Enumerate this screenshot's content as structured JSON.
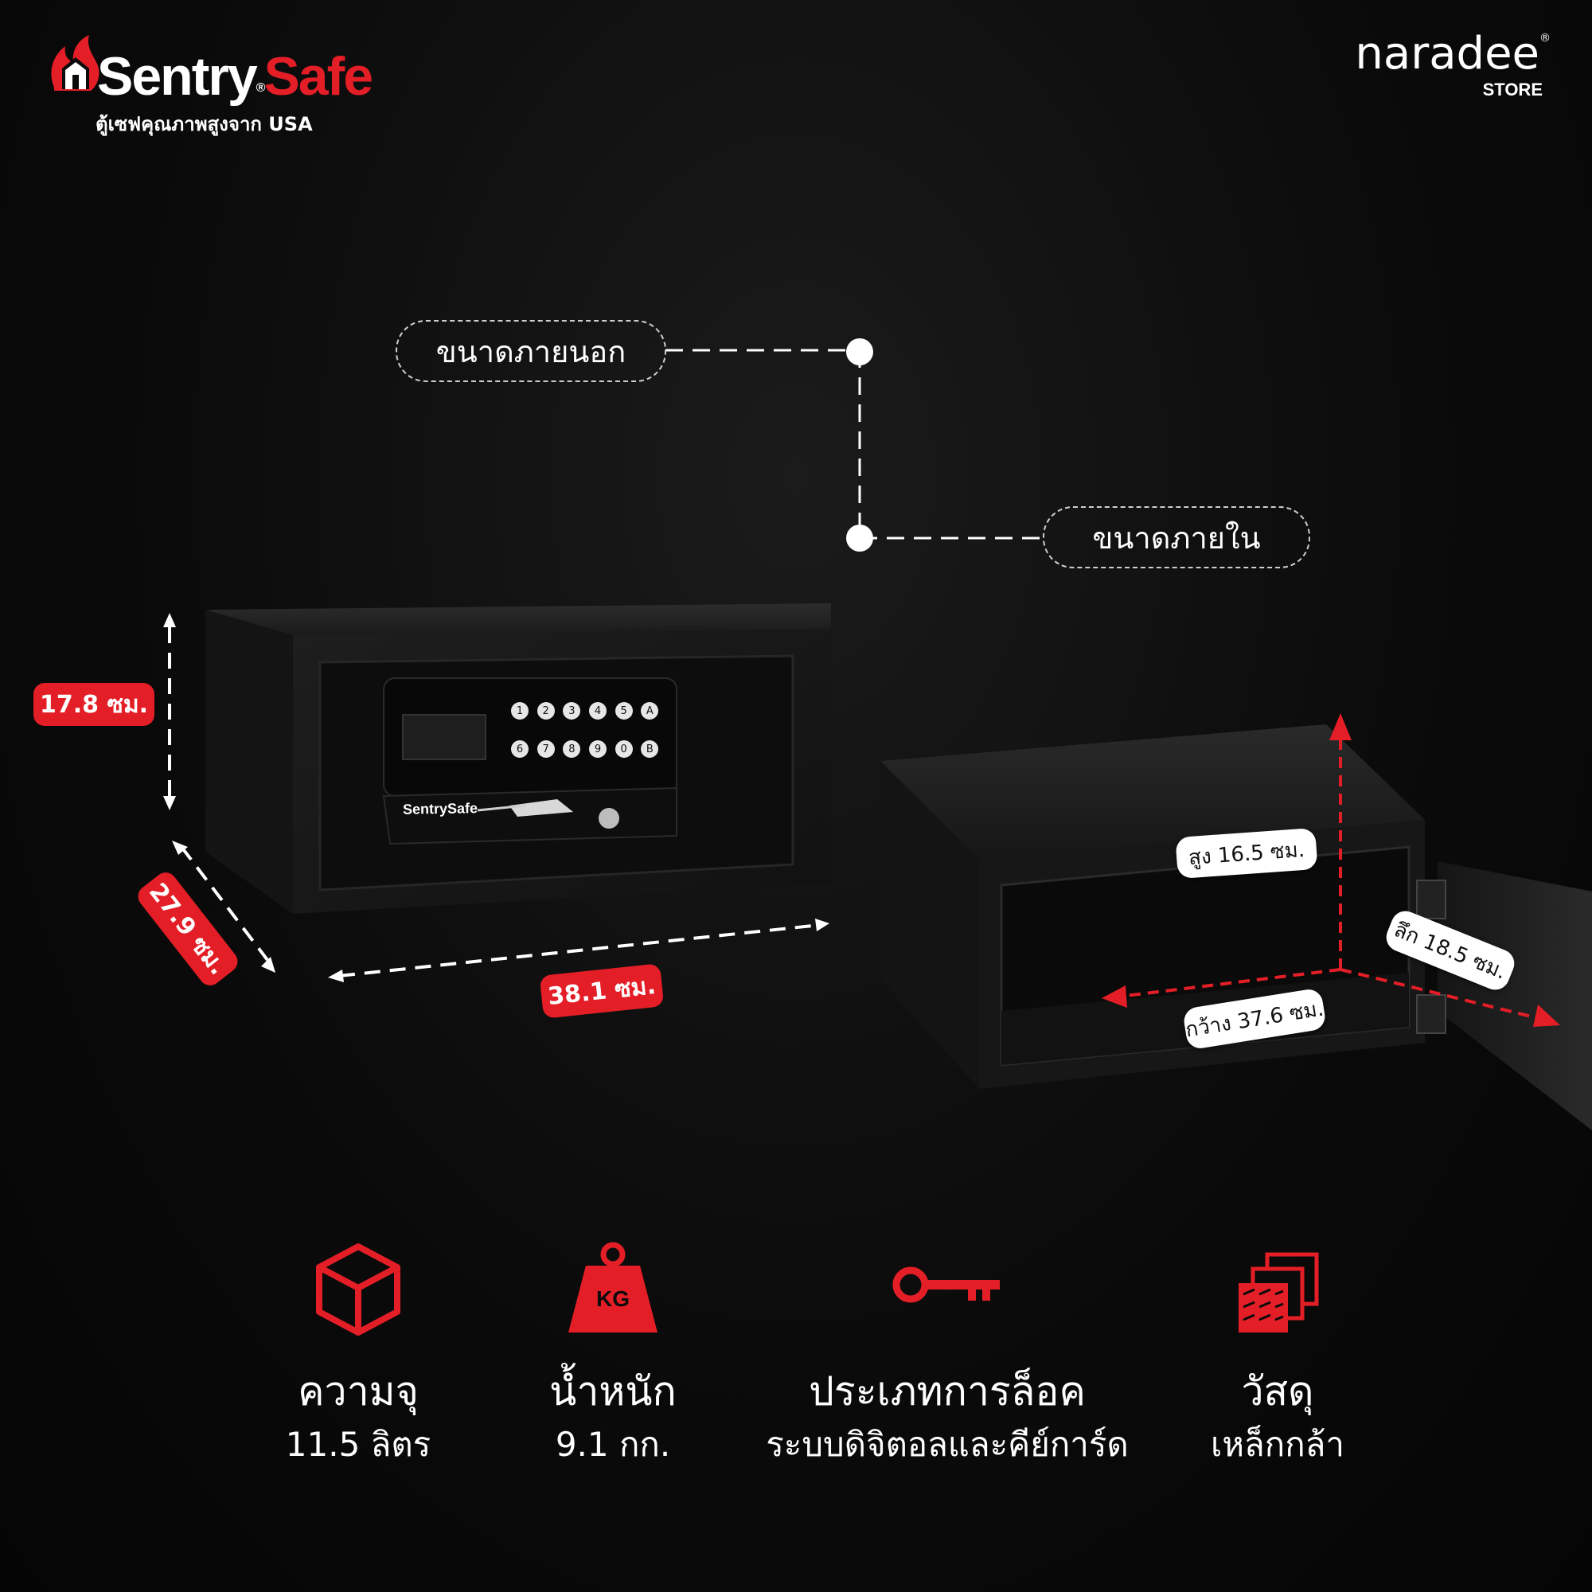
{
  "brand": {
    "name_part1": "Sentry",
    "name_part2": "Safe",
    "registered": "®",
    "tagline": "ตู้เซฟคุณภาพสูงจาก USA",
    "colors": {
      "white": "#ffffff",
      "red": "#e41e26"
    }
  },
  "store": {
    "name": "naradee",
    "registered": "®",
    "subtitle": "STORE"
  },
  "legend": {
    "outer_label": "ขนาดภายนอก",
    "inner_label": "ขนาดภายใน"
  },
  "outer_dimensions": {
    "height": "17.8 ซม.",
    "depth": "27.9 ซม.",
    "width": "38.1 ซม."
  },
  "inner_dimensions": {
    "height": "สูง 16.5 ซม.",
    "depth": "ลึก 18.5 ซม.",
    "width": "กว้าง 37.6 ซม."
  },
  "safe_front": {
    "keypad_keys": [
      "1",
      "2",
      "3",
      "4",
      "5",
      "A",
      "6",
      "7",
      "8",
      "9",
      "0",
      "B"
    ],
    "logo_text": "SentrySafe"
  },
  "features": [
    {
      "icon": "box-icon",
      "title": "ความจุ",
      "value": "11.5 ลิตร"
    },
    {
      "icon": "weight-icon",
      "icon_text": "KG",
      "title": "น้ำหนัก",
      "value": "9.1 กก."
    },
    {
      "icon": "key-icon",
      "title": "ประเภทการล็อค",
      "value": "ระบบดิจิตอลและคีย์การ์ด"
    },
    {
      "icon": "steel-layers-icon",
      "title": "วัสดุ",
      "value": "เหล็กกล้า"
    }
  ],
  "colors": {
    "accent": "#e41e26",
    "background": "#0b0b0b"
  }
}
